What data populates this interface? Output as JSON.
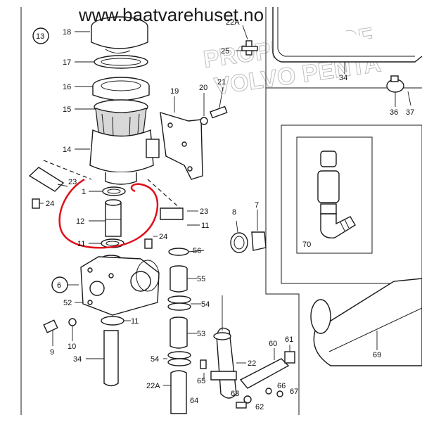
{
  "watermark": "www.baatvarehuset.no",
  "ghost_watermark": [
    "PROPERTY OF",
    "VOLVO PENTA"
  ],
  "assembly_number": "13",
  "callouts": {
    "c1": "1",
    "c6": "6",
    "c7": "7",
    "c8": "8",
    "c9": "9",
    "c10": "10",
    "c11a": "11",
    "c11b": "11",
    "c11c": "11",
    "c12": "12",
    "c14": "14",
    "c15": "15",
    "c16": "16",
    "c17": "17",
    "c18": "18",
    "c19": "19",
    "c20": "20",
    "c21": "21",
    "c22": "22",
    "c22A_top": "22A",
    "c22A_bottom": "22A",
    "c23a": "23",
    "c23b": "23",
    "c24a": "24",
    "c24b": "24",
    "c25": "25",
    "c34a": "34",
    "c34b": "34",
    "c36": "36",
    "c37": "37",
    "c52": "52",
    "c53": "53",
    "c54a": "54",
    "c54b": "54",
    "c55": "55",
    "c56": "56",
    "c60": "60",
    "c61": "61",
    "c62": "62",
    "c63": "63",
    "c64": "64",
    "c65": "65",
    "c66": "66",
    "c67": "67",
    "c69": "69",
    "c70": "70"
  }
}
